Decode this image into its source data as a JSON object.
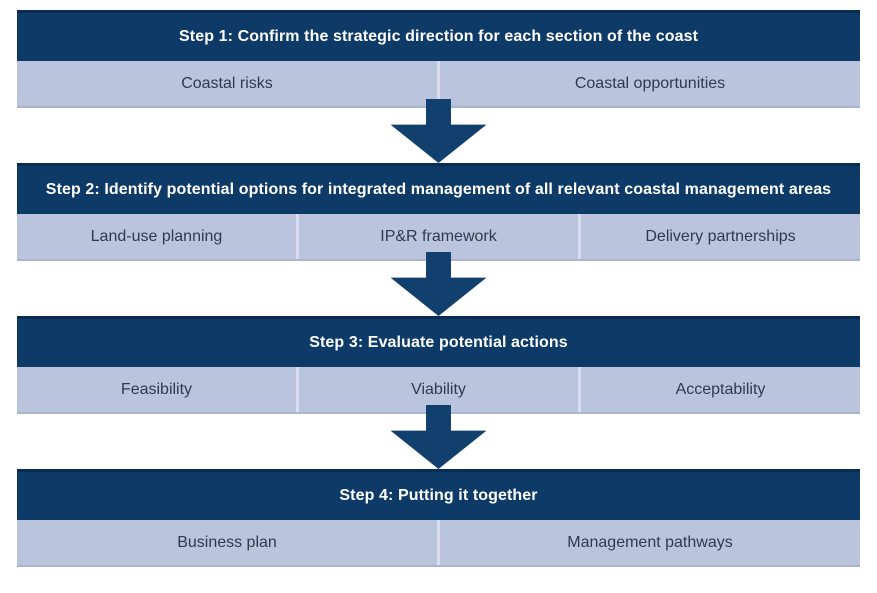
{
  "colors": {
    "header_bg": "#0e3a67",
    "header_top_border": "#0a2c52",
    "header_text": "#ffffff",
    "cell_bg": "#bac5dd",
    "cell_text": "#2e3a54",
    "cell_divider": "#d8deee",
    "arrow": "#11406e",
    "page_bg": "#ffffff"
  },
  "steps": [
    {
      "title": "Step 1: Confirm the strategic direction for each section of the coast",
      "cells": [
        "Coastal risks",
        "Coastal opportunities"
      ]
    },
    {
      "title": "Step 2: Identify potential options for integrated management of all relevant coastal management areas",
      "cells": [
        "Land-use planning",
        "IP&R framework",
        "Delivery partnerships"
      ]
    },
    {
      "title": "Step 3: Evaluate potential actions",
      "cells": [
        "Feasibility",
        "Viability",
        "Acceptability"
      ]
    },
    {
      "title": "Step 4: Putting it together",
      "cells": [
        "Business plan",
        "Management pathways"
      ]
    }
  ]
}
